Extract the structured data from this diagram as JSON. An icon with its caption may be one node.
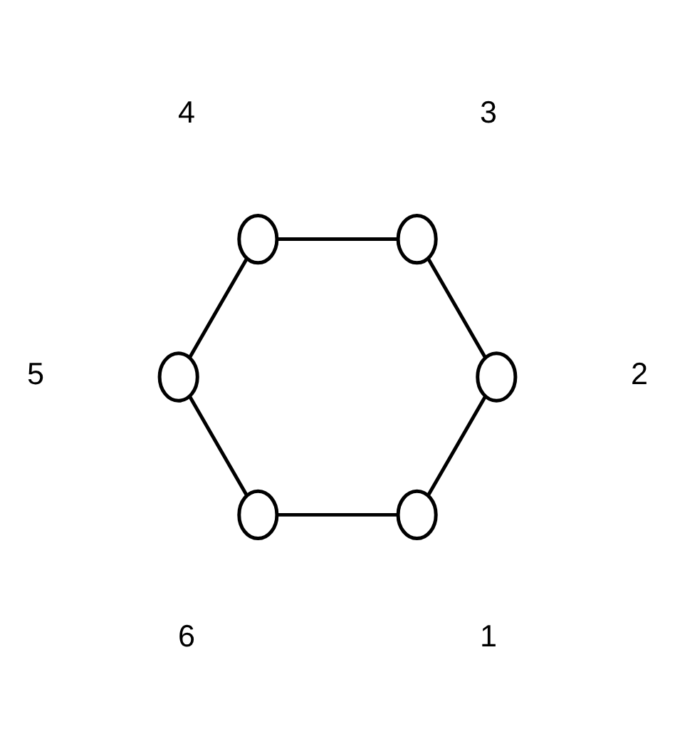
{
  "diagram": {
    "nodes": [
      {
        "text": [],
        "shape": "circle",
        "beside": [
          "1"
        ]
      },
      {
        "text": [],
        "shape": "circle",
        "beside": [
          "2"
        ]
      },
      {
        "text": [],
        "shape": "circle",
        "beside": [
          "3"
        ]
      },
      {
        "text": [],
        "shape": "circle",
        "beside": [
          "4"
        ]
      },
      {
        "text": [],
        "shape": "circle",
        "beside": [
          "5"
        ]
      },
      {
        "text": [],
        "shape": "circle",
        "beside": [
          "6"
        ]
      }
    ],
    "edges": [
      {
        "from": 0,
        "to": 5,
        "arrow": "none"
      },
      {
        "from": 5,
        "to": 4,
        "arrow": "none"
      },
      {
        "from": 4,
        "to": 3,
        "arrow": "none"
      },
      {
        "from": 3,
        "to": 2,
        "arrow": "none"
      },
      {
        "from": 2,
        "to": 1,
        "arrow": "none"
      },
      {
        "from": 1,
        "to": 0,
        "arrow": "none"
      }
    ]
  }
}
